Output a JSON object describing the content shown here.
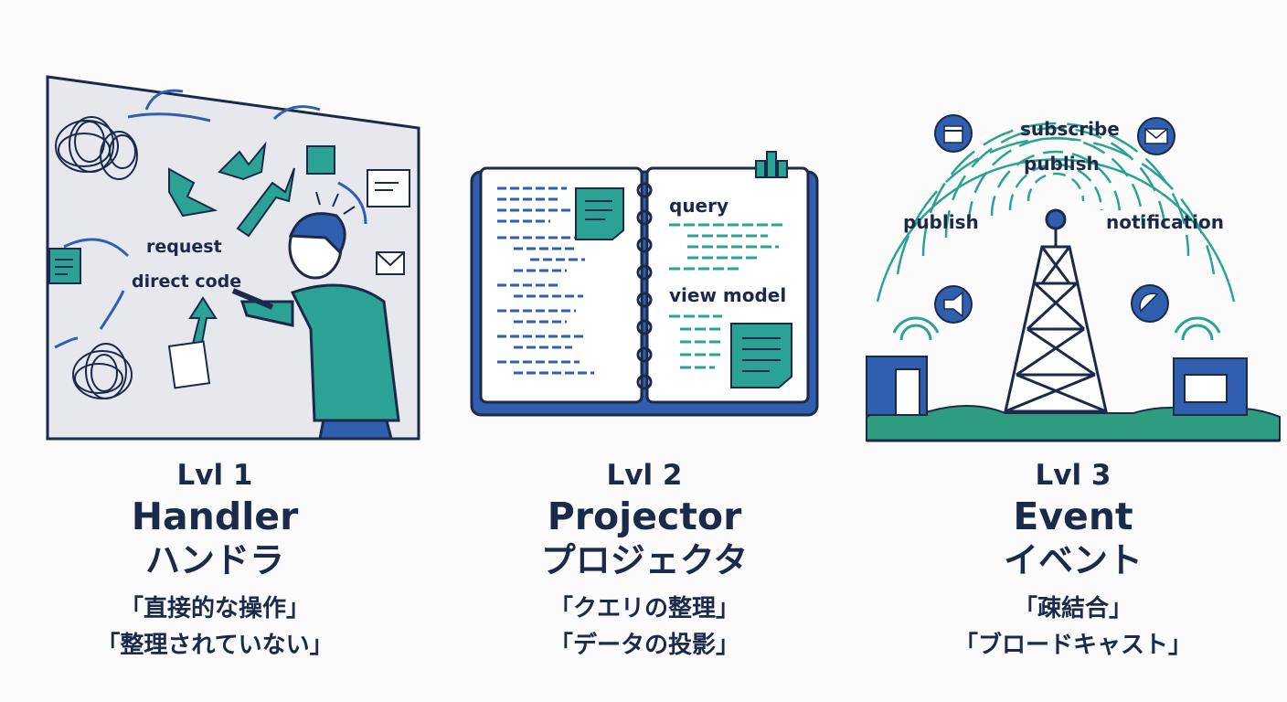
{
  "panels": [
    {
      "level": "Lvl 1",
      "name": "Handler",
      "kana": "ハンドラ",
      "desc1": "「直接的な操作」",
      "desc2": "「整理されていない」",
      "art_labels": {
        "request": "request",
        "direct_code": "direct code"
      }
    },
    {
      "level": "Lvl 2",
      "name": "Projector",
      "kana": "プロジェクタ",
      "desc1": "「クエリの整理」",
      "desc2": "「データの投影」",
      "art_labels": {
        "query": "query",
        "view_model": "view model"
      }
    },
    {
      "level": "Lvl 3",
      "name": "Event",
      "kana": "イベント",
      "desc1": "「疎結合」",
      "desc2": "「ブロードキャスト」",
      "art_labels": {
        "subscribe": "subscribe",
        "publish_top": "publish",
        "publish_left": "publish",
        "notification": "notification"
      }
    }
  ],
  "colors": {
    "navy": "#1b2a4a",
    "blue": "#2f5fae",
    "teal": "#2aa394",
    "green": "#2e9c7f"
  }
}
